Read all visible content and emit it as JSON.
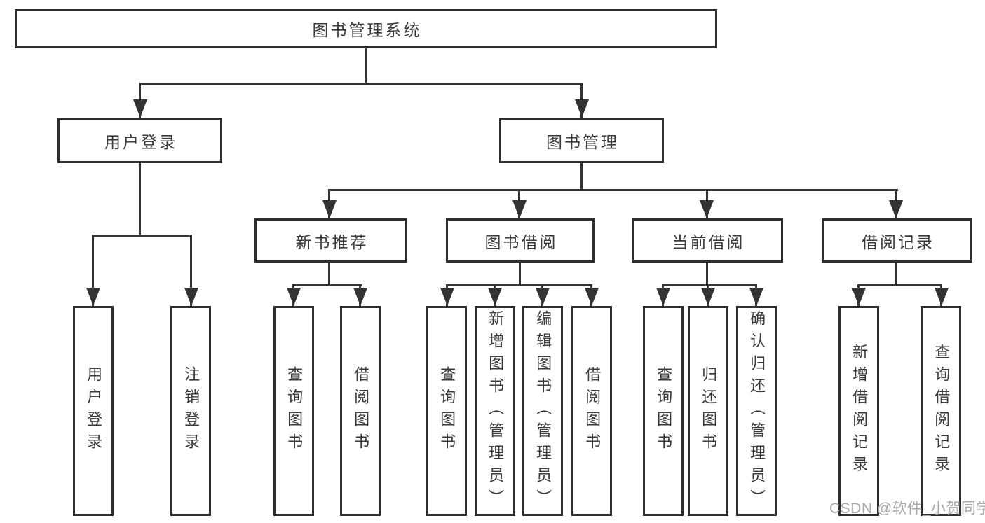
{
  "tree": {
    "root": {
      "label": "图书管理系统"
    },
    "level2": [
      {
        "id": "user-login",
        "label": "用户登录",
        "leaves": [
          "用户登录",
          "注销登录"
        ]
      },
      {
        "id": "book-management",
        "label": "图书管理",
        "children": [
          {
            "id": "new-book-recommend",
            "label": "新书推荐",
            "leaves": [
              "查询图书",
              "借阅图书"
            ]
          },
          {
            "id": "book-borrowing",
            "label": "图书借阅",
            "leaves": [
              "查询图书",
              "新增图书（管理员）",
              "编辑图书（管理员）",
              "借阅图书"
            ]
          },
          {
            "id": "current-borrowing",
            "label": "当前借阅",
            "leaves": [
              "查询图书",
              "归还图书",
              "确认归还（管理员）"
            ]
          },
          {
            "id": "borrowing-records",
            "label": "借阅记录",
            "leaves": [
              "新增借阅记录",
              "查询借阅记录"
            ]
          }
        ]
      }
    ]
  },
  "watermark": "CSDN @软件_小贺同学",
  "colors": {
    "line": "#333333",
    "box_border": "#2f2f2f",
    "text": "#3b3b3b",
    "watermark": "#a9a9a9",
    "background": "#ffffff"
  }
}
